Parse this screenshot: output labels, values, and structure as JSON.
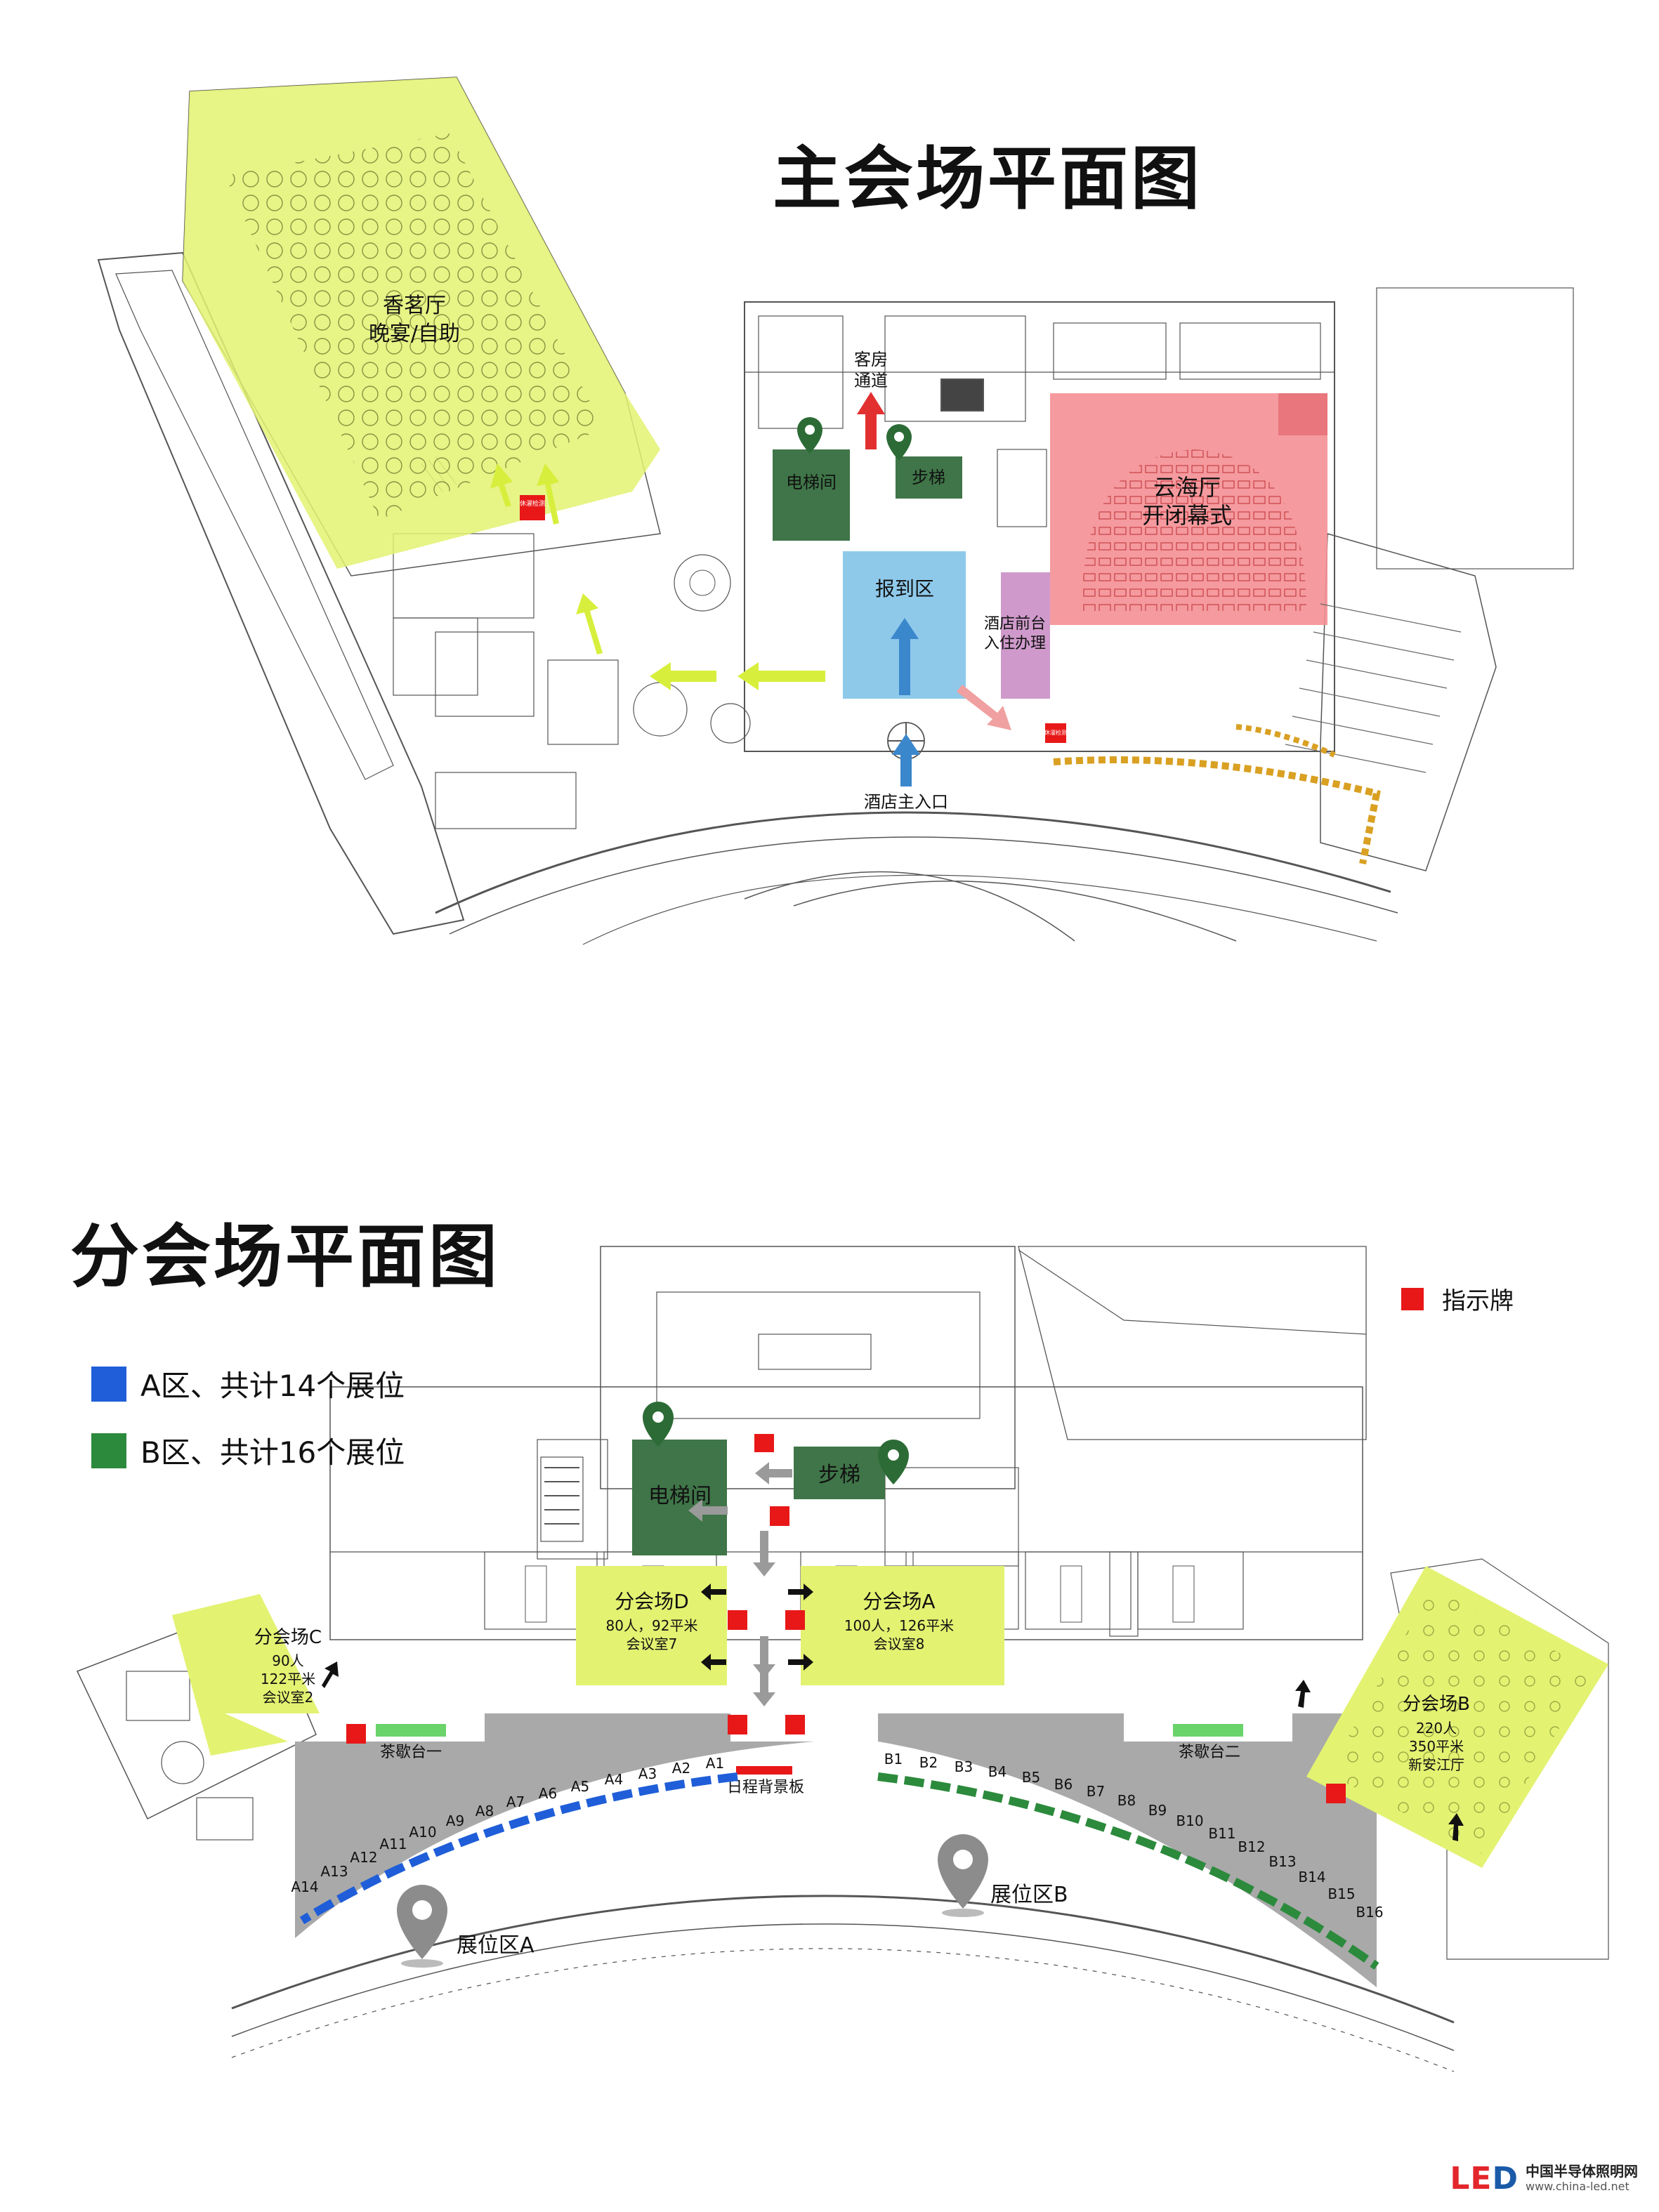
{
  "titles": {
    "main": "主会场平面图",
    "sub": "分会场平面图"
  },
  "colors": {
    "yellow_zone": "#e3f271",
    "red_zone": "#f48f94",
    "blue_zone": "#8ec9ea",
    "green_zone": "#3f7548",
    "purple_zone": "#cf9acb",
    "gray_zone": "#a9a9a9",
    "booth_a": "#1f5ed8",
    "booth_b": "#2c8a3c",
    "sign": "#e81818",
    "arrow_green": "#d7ef3c",
    "arrow_red": "#e23030",
    "arrow_blue": "#3a87cc",
    "arrow_pink": "#f0a0a0",
    "orange_seats": "#d9a022"
  },
  "main_map": {
    "xiangming": {
      "name": "香茗厅",
      "sub": "晚宴/自助"
    },
    "yunhai": {
      "name": "云海厅",
      "sub": "开闭幕式"
    },
    "registration": "报到区",
    "hotel_desk": {
      "line1": "酒店前台",
      "line2": "入住办理"
    },
    "elevator": "电梯间",
    "stairs": "步梯",
    "guest_room": {
      "line1": "客房",
      "line2": "通道"
    },
    "hotel_entrance": "酒店主入口",
    "small_red_labels": [
      "休濯检测",
      "休濯检测"
    ]
  },
  "legend": [
    {
      "label": "A区、共计14个展位",
      "color": "#1f5ed8",
      "icon": "blue-square"
    },
    {
      "label": "B区、共计16个展位",
      "color": "#2c8a3c",
      "icon": "green-square"
    }
  ],
  "sign_legend": {
    "label": "指示牌",
    "color": "#e81818"
  },
  "sub_map": {
    "elevator": "电梯间",
    "stairs": "步梯",
    "venue_d": {
      "name": "分会场D",
      "cap": "80人，92平米",
      "room": "会议室7"
    },
    "venue_a": {
      "name": "分会场A",
      "cap": "100人，126平米",
      "room": "会议室8"
    },
    "venue_c": {
      "name": "分会场C",
      "l1": "90人",
      "l2": "122平米",
      "l3": "会议室2"
    },
    "venue_b": {
      "name": "分会场B",
      "l1": "220人",
      "l2": "350平米",
      "l3": "新安江厅"
    },
    "tea1": "茶歇台一",
    "tea2": "茶歇台二",
    "schedule_board": "日程背景板",
    "booth_zone_a": "展位区A",
    "booth_zone_b": "展位区B",
    "booths_a": [
      "A1",
      "A2",
      "A3",
      "A4",
      "A5",
      "A6",
      "A7",
      "A8",
      "A9",
      "A10",
      "A11",
      "A12",
      "A13",
      "A14"
    ],
    "booths_b": [
      "B1",
      "B2",
      "B3",
      "B4",
      "B5",
      "B6",
      "B7",
      "B8",
      "B9",
      "B10",
      "B11",
      "B12",
      "B13",
      "B14",
      "B15",
      "B16"
    ]
  },
  "footer": {
    "brand_led": "LE",
    "brand_d": "D",
    "site_cn": "中国半导体照明网",
    "url": "www.china-led.net"
  }
}
